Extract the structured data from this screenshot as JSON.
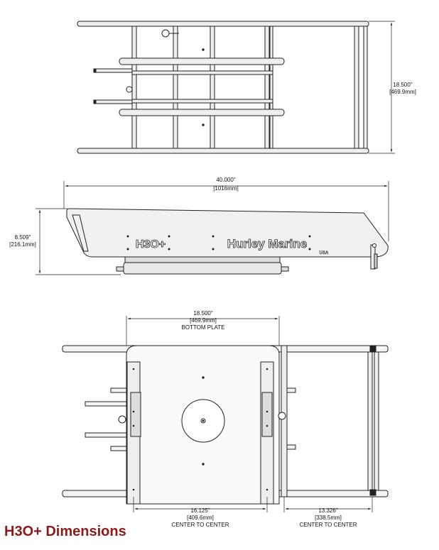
{
  "title": "H3O+ Dimensions",
  "colors": {
    "title": "#8b1a1a",
    "line": "#222222",
    "fill": "#eeeeee"
  },
  "top_view": {
    "width_dim": {
      "inches": "18.500\"",
      "mm": "[469.9mm]"
    }
  },
  "side_view": {
    "length_dim": {
      "inches": "40.000\"",
      "mm": "[1016mm]"
    },
    "height_dim": {
      "inches": "8.509\"",
      "mm": "[216.1mm]"
    },
    "brand_logo": "H3O+",
    "brand_name": "Hurley Marine",
    "brand_suffix": "USA"
  },
  "bottom_view": {
    "plate_dim": {
      "inches": "18.500\"",
      "mm": "[469.9mm]",
      "label": "BOTTOM PLATE"
    },
    "ctc_left": {
      "inches": "16.125\"",
      "mm": "[409.6mm]",
      "label": "CENTER TO CENTER"
    },
    "ctc_right": {
      "inches": "13.326\"",
      "mm": "[338.5mm]",
      "label": "CENTER TO CENTER"
    }
  }
}
